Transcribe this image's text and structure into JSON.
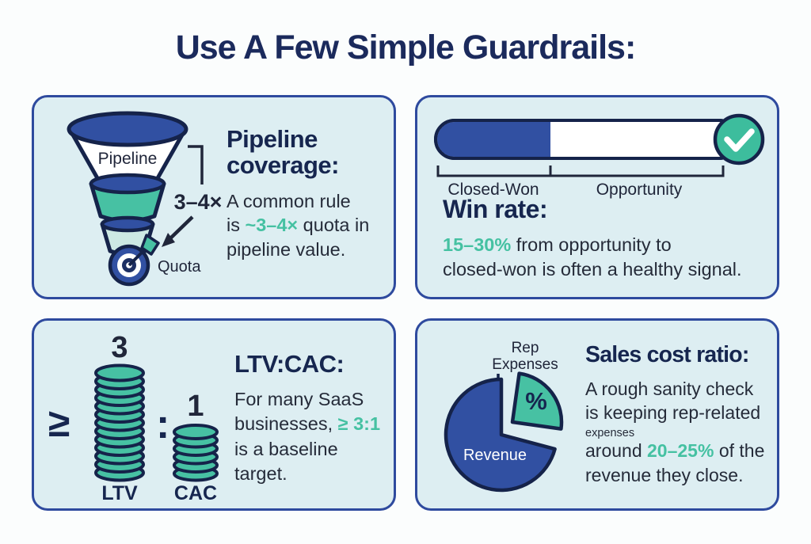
{
  "title": "Use A Few Simple Guardrails:",
  "colors": {
    "heading_navy": "#16264f",
    "title_navy": "#1b2a5c",
    "blue_fill": "#3150a2",
    "dark_outline": "#15234a",
    "teal": "#45c1a2",
    "light_teal": "#cde9e4",
    "card_bg": "#ddeef2",
    "card_border": "#2e4a9e",
    "body_text": "#252b39"
  },
  "cards": {
    "pipeline": {
      "heading": "Pipeline coverage:",
      "line1": "A common rule",
      "line2_pre": "is ",
      "line2_highlight": "~3–4×",
      "line2_post": " quota in",
      "line3": "pipeline value.",
      "funnel_label": "Pipeline",
      "multiplier_label": "3–4×",
      "quota_label": "Quota"
    },
    "win_rate": {
      "heading": "Win rate:",
      "line1_highlight": "15–30%",
      "line1_post": " from opportunity to",
      "line2": "closed-won is often a healthy signal.",
      "bar_left_label": "Closed-Won",
      "bar_right_label": "Opportunity",
      "fill_percent": 38
    },
    "ltv_cac": {
      "heading": "LTV:CAC:",
      "line1": "For many SaaS",
      "line2_pre": "businesses, ",
      "line2_highlight": "≥ 3:1",
      "line3": "is a baseline target.",
      "ratio_symbol": "≥",
      "colon_symbol": ":",
      "ltv_value": "3",
      "cac_value": "1",
      "ltv_label": "LTV",
      "cac_label": "CAC"
    },
    "sales_cost": {
      "heading": "Sales cost ratio:",
      "line1": "A rough sanity check",
      "line2": "is keeping rep-related",
      "small_line": "expenses",
      "line3_pre": "around ",
      "line3_highlight": "20–25%",
      "line3_post": " of the",
      "line4": "revenue they close.",
      "pie_label_line1": "Rep",
      "pie_label_line2": "Expenses",
      "slice_label": "%",
      "revenue_label": "Revenue"
    }
  }
}
